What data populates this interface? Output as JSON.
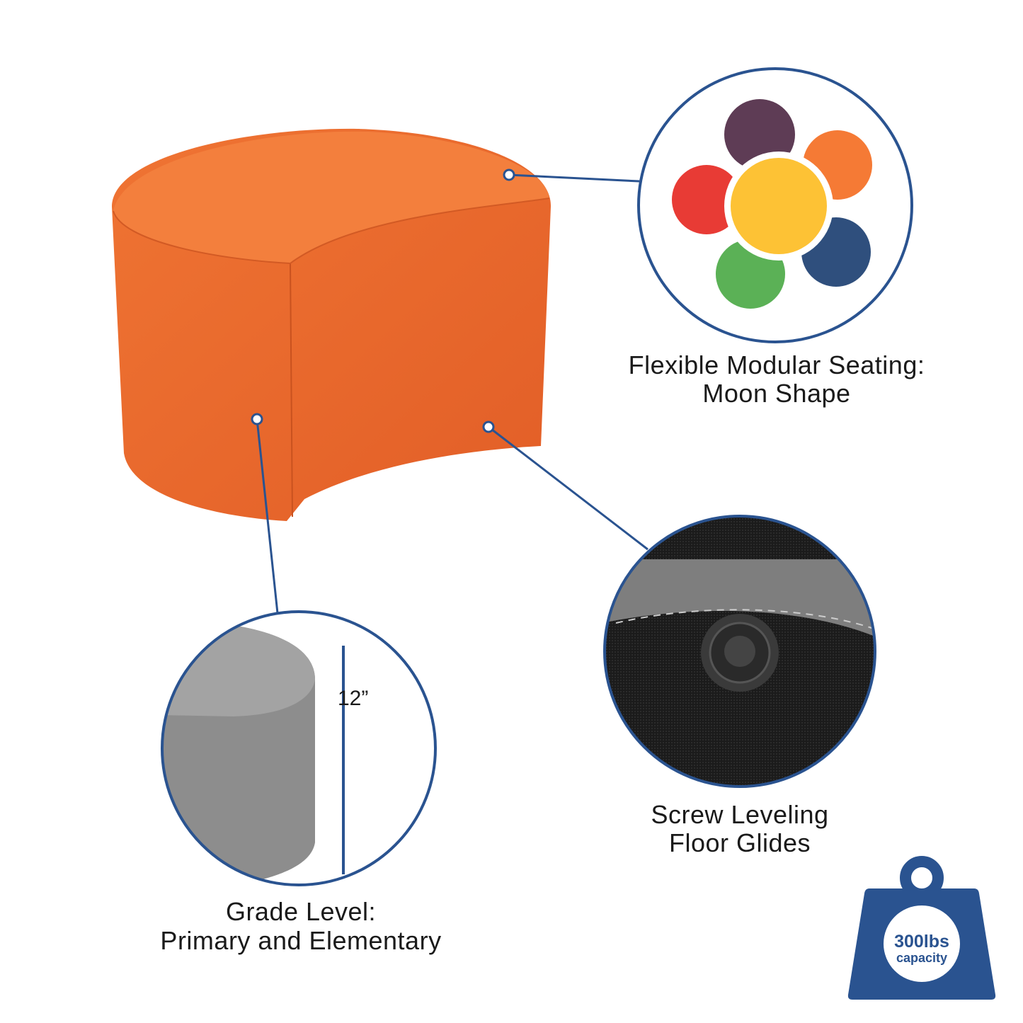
{
  "colors": {
    "accent_blue": "#2a5390",
    "stool_orange": "#e8672e",
    "stool_top": "#f37f3d",
    "flower": {
      "center": "#fdc235",
      "purple": "#5e3c55",
      "orange": "#f57a35",
      "red": "#e83b35",
      "green": "#5bb156",
      "navy": "#2f4f7d"
    }
  },
  "callouts": {
    "seating": {
      "line1": "Flexible Modular Seating:",
      "line2": "Moon Shape",
      "icon": "flower-arrangement-icon"
    },
    "glides": {
      "line1": "Screw Leveling",
      "line2": "Floor Glides",
      "icon": "floor-glide-photo"
    },
    "grade": {
      "line1": "Grade Level:",
      "line2": "Primary and Elementary",
      "height_label": "12”",
      "icon": "stool-height-photo"
    }
  },
  "capacity": {
    "value": "300lbs",
    "label": "capacity",
    "icon": "weight-icon"
  }
}
